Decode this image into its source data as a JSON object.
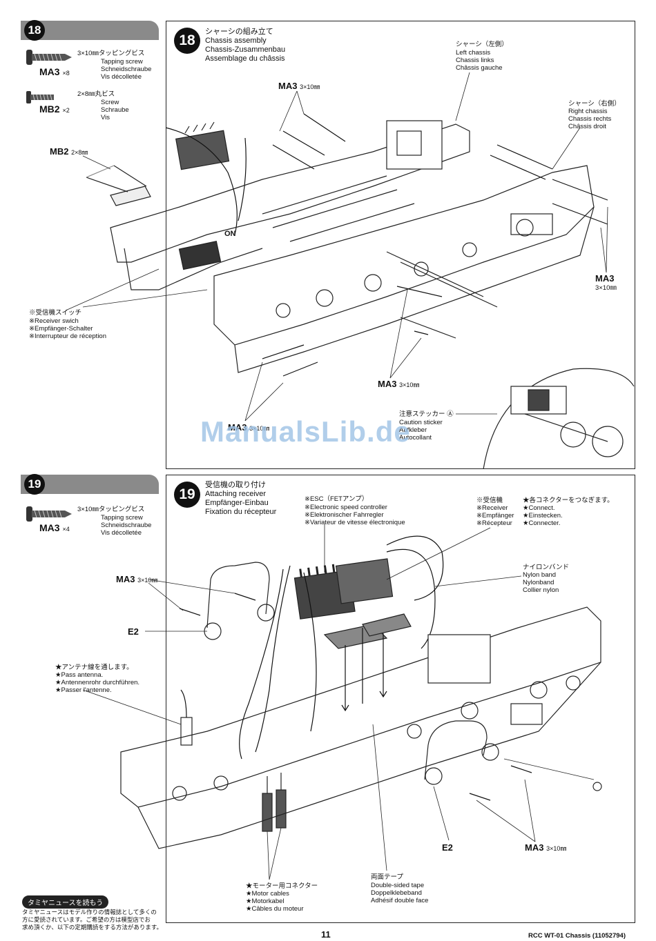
{
  "step18": {
    "number": "18",
    "parts": [
      {
        "code": "MA3",
        "qty": "×8",
        "size": "3×10㎜タッピングビス",
        "names": [
          "Tapping screw",
          "Schneidschraube",
          "Vis décolletée"
        ]
      },
      {
        "code": "MB2",
        "qty": "×2",
        "size": "2×8㎜丸ビス",
        "names": [
          "Screw",
          "Schraube",
          "Vis"
        ]
      }
    ],
    "title_jp": "シャーシの組み立て",
    "title_en": "Chassis assembly",
    "title_de": "Chassis-Zusammenbau",
    "title_fr": "Assemblage du châssis",
    "left_chassis": [
      "シャーシ（左側）",
      "Left chassis",
      "Chassis links",
      "Châssis gauche"
    ],
    "right_chassis": [
      "シャーシ（右側）",
      "Right chassis",
      "Chassis rechts",
      "Châssis droit"
    ],
    "mb2_label": "MB2",
    "mb2_size": "2×8㎜",
    "ma3_label": "MA3",
    "ma3_size": "3×10㎜",
    "on_label": "ON",
    "receiver_switch": [
      "※受信機スイッチ",
      "※Receiver swich",
      "※Empfänger-Schalter",
      "※Interrupteur de réception"
    ],
    "caution": [
      "注意ステッカー Ⓐ",
      "Caution sticker",
      "Aufkleber",
      "Autocollant"
    ]
  },
  "step19": {
    "number": "19",
    "parts": [
      {
        "code": "MA3",
        "qty": "×4",
        "size": "3×10㎜タッピングビス",
        "names": [
          "Tapping screw",
          "Schneidschraube",
          "Vis décolletée"
        ]
      }
    ],
    "title_jp": "受信機の取り付け",
    "title_en": "Attaching receiver",
    "title_de": "Empfänger-Einbau",
    "title_fr": "Fixation du récepteur",
    "esc": [
      "※ESC（FETアンプ）",
      "※Electronic speed controller",
      "※Elektronischer Fahrregler",
      "※Variateur de vitesse électronique"
    ],
    "receiver": [
      "※受信機",
      "※Receiver",
      "※Empfänger",
      "※Récepteur"
    ],
    "connect": [
      "★各コネクターをつなぎます。",
      "★Connect.",
      "★Einstecken.",
      "★Connecter."
    ],
    "nylon": [
      "ナイロンバンド",
      "Nylon band",
      "Nylonband",
      "Collier nylon"
    ],
    "antenna": [
      "★アンテナ線を通します。",
      "★Pass antenna.",
      "★Antennenrohr durchführen.",
      "★Passer l'antenne."
    ],
    "motor": [
      "★モーター用コネクター",
      "★Motor cables",
      "★Motorkabel",
      "★Câbles du moteur"
    ],
    "tape": [
      "両面テープ",
      "Double-sided tape",
      "Doppelklebeband",
      "Adhésif double face"
    ],
    "e2": "E2",
    "ma3_label": "MA3",
    "ma3_size": "3×10㎜"
  },
  "footer": {
    "news_button": "タミヤニュースを読もう",
    "news_text": [
      "タミヤニュースはモデル作りの情報誌として多くの",
      "方に愛読されています。ご希望の方は模型店でお",
      "求め頂くか、以下の定期購読をする方法があります。"
    ],
    "page_number": "11",
    "doc_code": "RCC WT-01 Chassis (11052794)"
  },
  "watermark": "ManualsLib.de"
}
